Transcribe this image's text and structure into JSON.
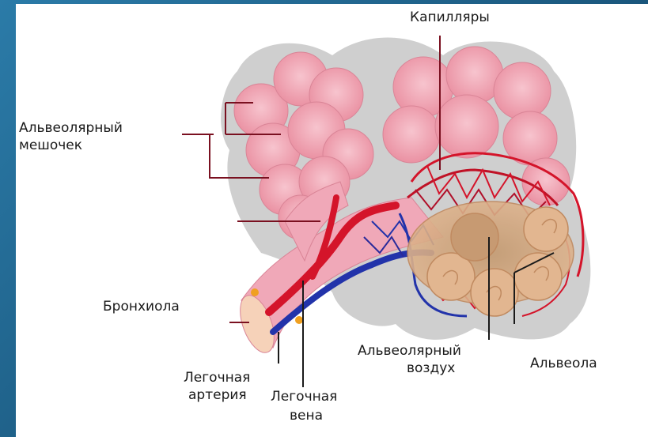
{
  "labels": {
    "capillaries": "Капилляры",
    "alveolar_sac_1": "Альвеолярный",
    "alveolar_sac_2": "мешочек",
    "bronchiole": "Бронхиола",
    "pulmonary_artery_1": "Легочная",
    "pulmonary_artery_2": "артерия",
    "pulmonary_vein_1": "Легочная",
    "pulmonary_vein_2": "вена",
    "alveolar_air_1": "Альвеолярный",
    "alveolar_air_2": "воздух",
    "alveolus": "Альвеола"
  },
  "colors": {
    "background": "#1f5f86",
    "alveoli_pink": "#f2a3b3",
    "shadow_gray": "#c9c9c9",
    "capillary_red": "#d4142a",
    "capillary_blue": "#2233aa",
    "alveolar_tan": "#d9a577"
  }
}
